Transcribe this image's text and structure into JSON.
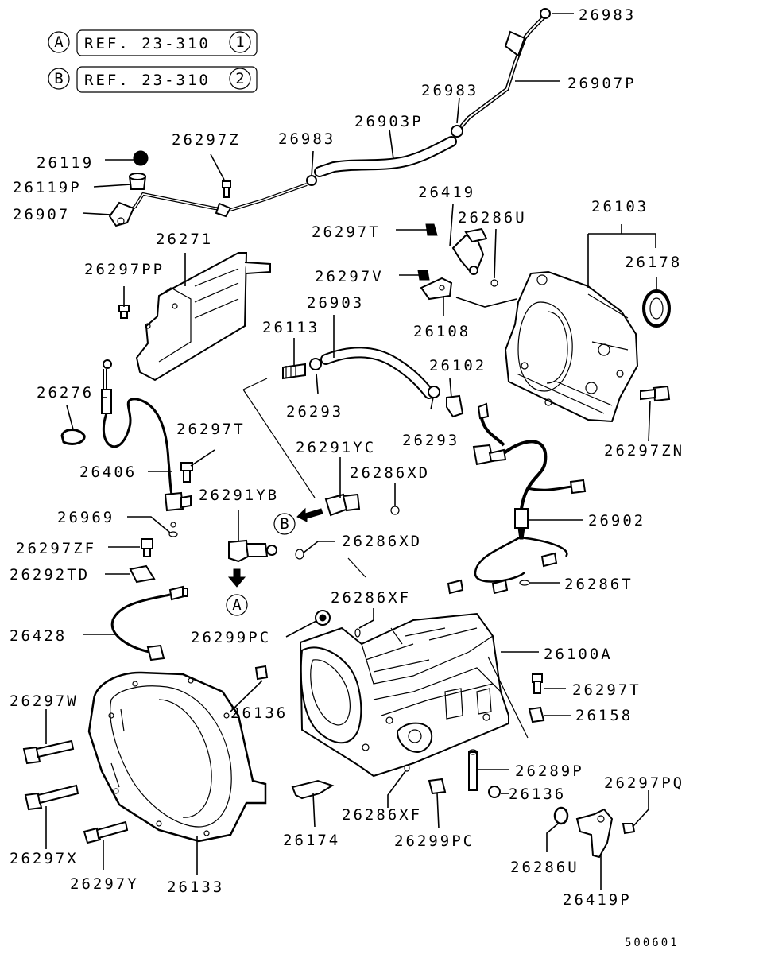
{
  "references": [
    {
      "marker": "A",
      "text": "REF. 23-310",
      "circle": "1"
    },
    {
      "marker": "B",
      "text": "REF. 23-310",
      "circle": "2"
    }
  ],
  "callouts": {
    "A": "A",
    "B": "B"
  },
  "labels": {
    "p26983_top": "26983",
    "p26907P": "26907P",
    "p26983_mid": "26983",
    "p26903P": "26903P",
    "p26983_left": "26983",
    "p26297Z": "26297Z",
    "p26119": "26119",
    "p26119P": "26119P",
    "p26907": "26907",
    "p26419": "26419",
    "p26286U_top": "26286U",
    "p26297T_top": "26297T",
    "p26103": "26103",
    "p26178": "26178",
    "p26271": "26271",
    "p26297PP": "26297PP",
    "p26297V": "26297V",
    "p26903": "26903",
    "p26113": "26113",
    "p26108": "26108",
    "p26102": "26102",
    "p26276": "26276",
    "p26293_left": "26293",
    "p26293_right": "26293",
    "p26297ZN": "26297ZN",
    "p26297T_mid": "26297T",
    "p26406": "26406",
    "p26291YC": "26291YC",
    "p26286XD_top": "26286XD",
    "p26291YB": "26291YB",
    "p26969": "26969",
    "p26902": "26902",
    "p26286XD_low": "26286XD",
    "p26297ZF": "26297ZF",
    "p26292TD": "26292TD",
    "p26286T": "26286T",
    "p26286XF_top": "26286XF",
    "p26428": "26428",
    "p26299PC_top": "26299PC",
    "p26100A": "26100A",
    "p26297T_right": "26297T",
    "p26297W": "26297W",
    "p26136_left": "26136",
    "p26158": "26158",
    "p26289P": "26289P",
    "p26136_right": "26136",
    "p26297PQ": "26297PQ",
    "p26286XF_low": "26286XF",
    "p26174": "26174",
    "p26299PC_low": "26299PC",
    "p26297X": "26297X",
    "p26286U_low": "26286U",
    "p26297Y": "26297Y",
    "p26133": "26133",
    "p26419P": "26419P"
  },
  "diagram_number": "500601"
}
